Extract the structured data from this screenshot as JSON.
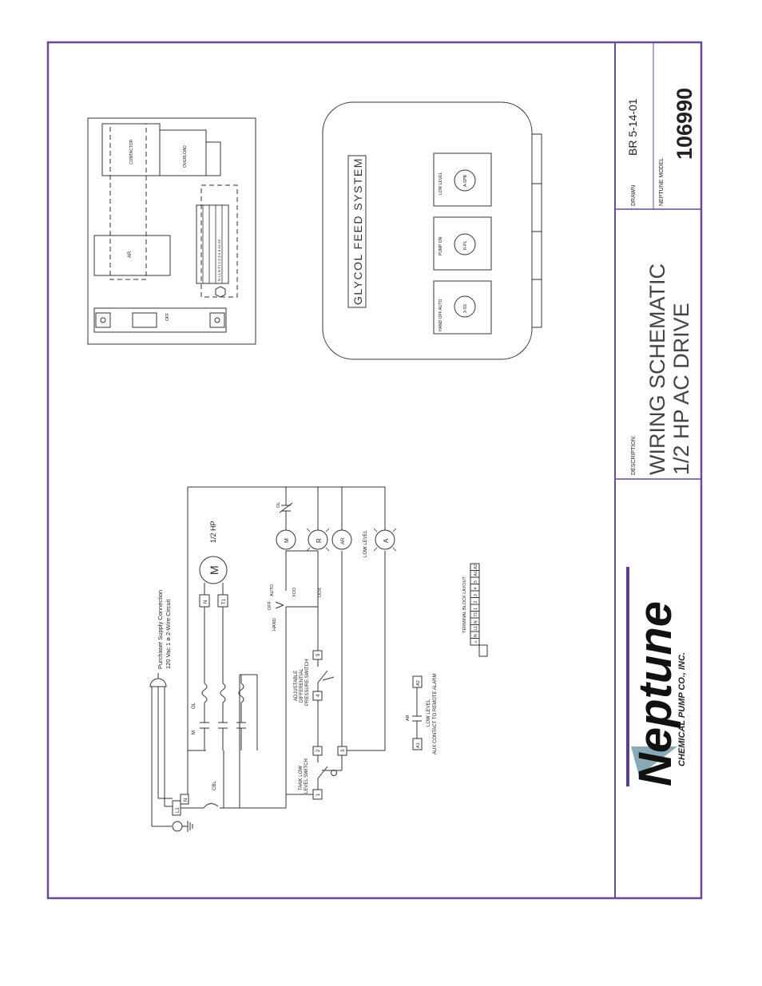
{
  "title_block": {
    "description_label": "DESCRIPTION:",
    "title_line1": "WIRING SCHEMATIC",
    "title_line2": "1/2 HP AC DRIVE",
    "drawn_label": "DRAWN",
    "drawn_value": "BR   5-14-01",
    "model_label": "NEPTUNE MODEL",
    "model_number": "106990"
  },
  "logo": {
    "brand": "Neptune",
    "tagline": "CHEMICAL PUMP CO., INC.",
    "accent_color": "#8aa9b8"
  },
  "colors": {
    "frame": "#6a4a93",
    "line": "#333333"
  },
  "panel": {
    "title": "GLYCOL FEED SYSTEM",
    "lights": [
      {
        "top_label": "HAND  OFF  AUTO",
        "code": "3-SS"
      },
      {
        "top_label": "PUMP ON",
        "code": "R-PL"
      },
      {
        "top_label": "LOW LEVEL",
        "code": "A-SPB"
      }
    ]
  },
  "layout_box": {
    "contactor": "CONTACTOR",
    "overload": "OVERLOAD",
    "ar": "AR",
    "disconnect": "OFF",
    "terminal_strip": "N L1 N T1 1 2 3 4 5 A1 A2"
  },
  "schematic": {
    "supply_line1": "Purchaser Supply Connection",
    "supply_line2": "120 Vac 1 ø 2-Wire Circuit",
    "motor": "M",
    "motor_rating": "1/2 HP",
    "terminal_n": "N",
    "terminal_t1": "T1",
    "terminal_l1": "L1",
    "terminal_n2": "N",
    "cbl": "CBL",
    "ol": "OL",
    "m_contact": "M",
    "tank_low_line1": "TANK LOW",
    "tank_low_line2": "LEVEL SWITCH",
    "pressure_line1": "ADJUSTABLE",
    "pressure_line2": "DIFFERENTIAL",
    "pressure_line3": "PRESSURE SWITCH",
    "hand": "HAND",
    "off": "OFF",
    "auto": "AUTO",
    "xoo": "XOO",
    "oox": "OOX",
    "coil_m": "M",
    "lamp_r": "R",
    "coil_ar": "AR",
    "lamp_a": "A",
    "ol_contact": "OL",
    "low_level": "LOW LEVEL",
    "t1": "1",
    "t2": "2",
    "t3": "3",
    "t4": "4",
    "t5": "5",
    "a1": "A1",
    "a2": "A2",
    "ar_contact": "AR",
    "aux_line1": "LOW LEVEL",
    "aux_line2": "AUX CONTACT TO REMOTE ALARM",
    "terminal_block_title": "TERMINAL BLOCK LAYOUT",
    "terminal_block_cells": [
      "⏚",
      "N",
      "L1",
      "N",
      "T1",
      "1",
      "2",
      "3",
      "4",
      "5",
      "A1",
      "A2"
    ]
  }
}
